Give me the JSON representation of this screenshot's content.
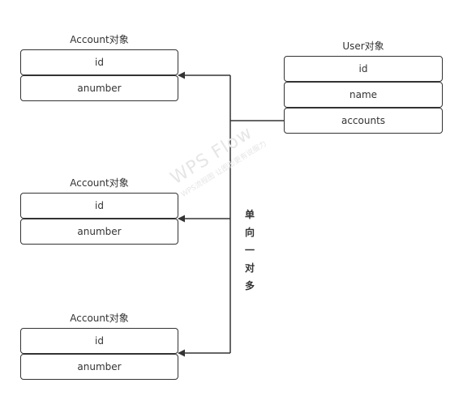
{
  "user": {
    "title": "User对象",
    "fields": [
      "id",
      "name",
      "accounts"
    ]
  },
  "accounts": [
    {
      "title": "Account对象",
      "fields": [
        "id",
        "anumber"
      ]
    },
    {
      "title": "Account对象",
      "fields": [
        "id",
        "anumber"
      ]
    },
    {
      "title": "Account对象",
      "fields": [
        "id",
        "anumber"
      ]
    }
  ],
  "relation": {
    "chars": [
      "单",
      "向",
      "一",
      "对",
      "多"
    ]
  },
  "watermark": {
    "main": "WPS Flow",
    "sub": "WPS流程图 让图形更有说服力"
  },
  "colors": {
    "stroke": "#333333",
    "text": "#333333",
    "watermark": "#e6e6e6"
  }
}
